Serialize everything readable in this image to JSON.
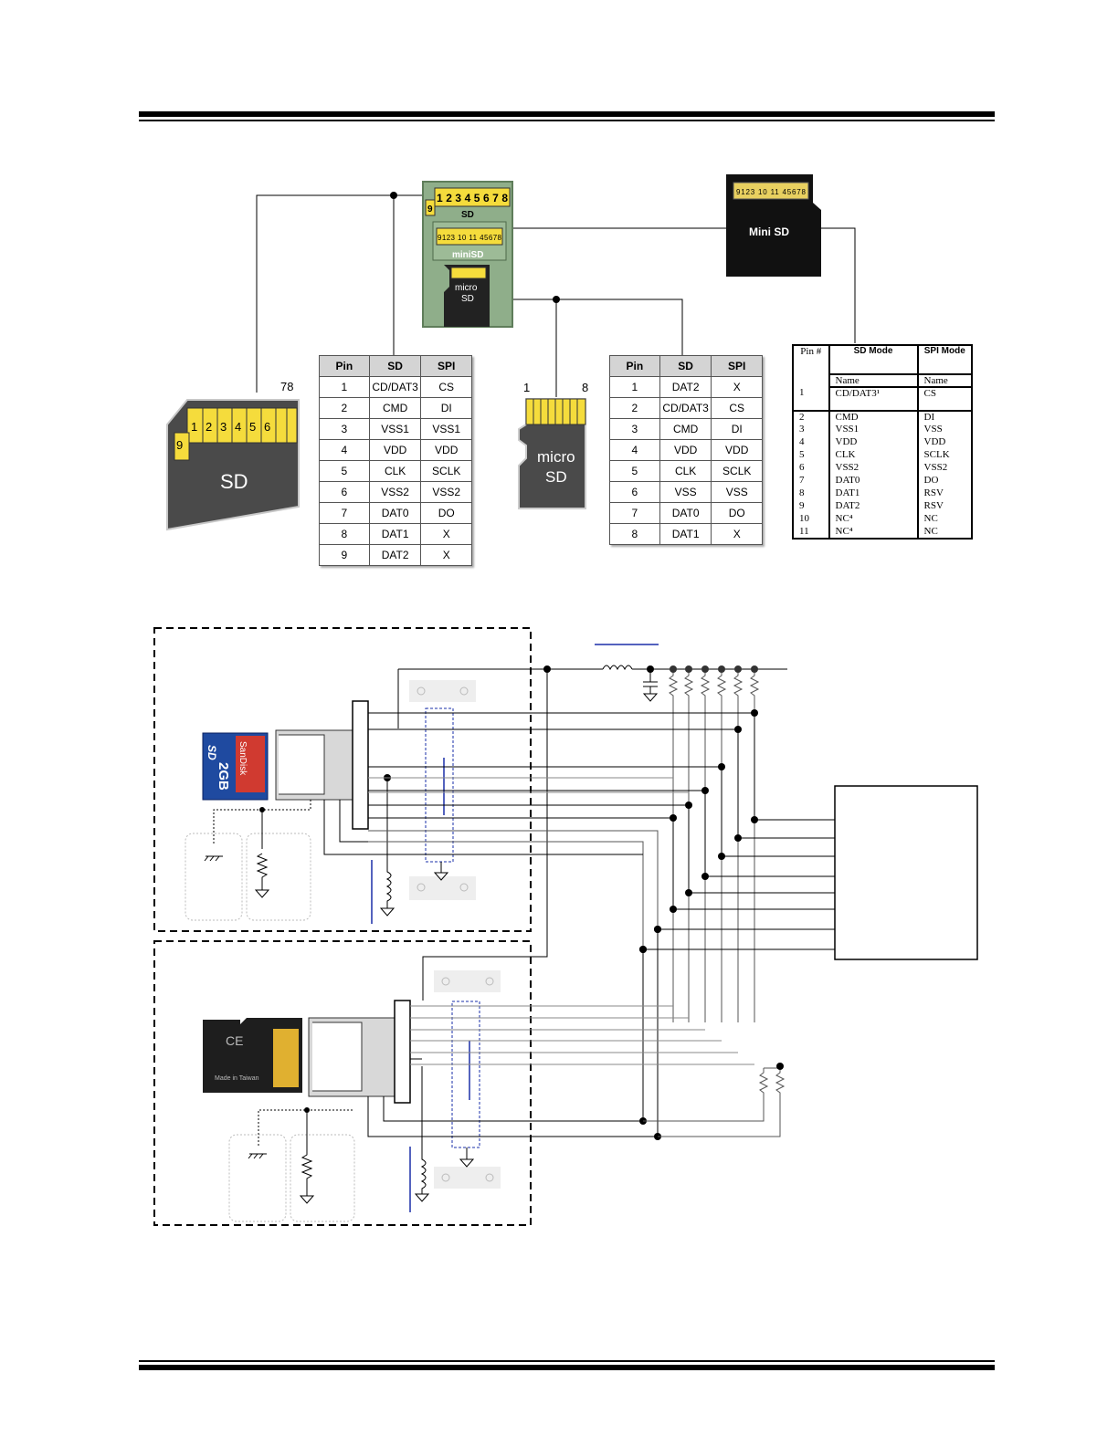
{
  "cards": {
    "adapter_sd_label": "SD",
    "adapter_minisd_label": "miniSD",
    "adapter_micro_label": "micro",
    "adapter_micro_label2": "SD",
    "minisd_card_label": "Mini SD",
    "sd_card_label": "SD",
    "sd_card_pin_top": "78",
    "sd_card_pins": [
      "1",
      "2",
      "3",
      "4",
      "5",
      "6"
    ],
    "sd_card_pin9": "9",
    "micro_card_label": "micro",
    "micro_card_label2": "SD",
    "micro_pin_left": "1",
    "micro_pin_right": "8",
    "adapter_pins_sd": "12345678",
    "adapter_pin9": "9",
    "adapter_pins_mini": "9123 10 11 45678",
    "minisd_card_pins": "9123 10 11 45678"
  },
  "sd_table": {
    "headers": [
      "Pin",
      "SD",
      "SPI"
    ],
    "rows": [
      [
        "1",
        "CD/DAT3",
        "CS"
      ],
      [
        "2",
        "CMD",
        "DI"
      ],
      [
        "3",
        "VSS1",
        "VSS1"
      ],
      [
        "4",
        "VDD",
        "VDD"
      ],
      [
        "5",
        "CLK",
        "SCLK"
      ],
      [
        "6",
        "VSS2",
        "VSS2"
      ],
      [
        "7",
        "DAT0",
        "DO"
      ],
      [
        "8",
        "DAT1",
        "X"
      ],
      [
        "9",
        "DAT2",
        "X"
      ]
    ]
  },
  "micro_table": {
    "headers": [
      "Pin",
      "SD",
      "SPI"
    ],
    "rows": [
      [
        "1",
        "DAT2",
        "X"
      ],
      [
        "2",
        "CD/DAT3",
        "CS"
      ],
      [
        "3",
        "CMD",
        "DI"
      ],
      [
        "4",
        "VDD",
        "VDD"
      ],
      [
        "5",
        "CLK",
        "SCLK"
      ],
      [
        "6",
        "VSS",
        "VSS"
      ],
      [
        "7",
        "DAT0",
        "DO"
      ],
      [
        "8",
        "DAT1",
        "X"
      ]
    ]
  },
  "mini_table": {
    "header_pin": "Pin #",
    "header_sd": "SD Mode",
    "header_spi": "SPI Mode",
    "sub_name_sd": "Name",
    "sub_name_spi": "Name",
    "rows": [
      [
        "1",
        "CD/DAT3¹",
        "CS"
      ],
      [
        "2",
        "CMD",
        "DI"
      ],
      [
        "3",
        "VSS1",
        "VSS"
      ],
      [
        "4",
        "VDD",
        "VDD"
      ],
      [
        "5",
        "CLK",
        "SCLK"
      ],
      [
        "6",
        "VSS2",
        "VSS2"
      ],
      [
        "7",
        "DAT0",
        "DO"
      ],
      [
        "8",
        "DAT1",
        "RSV"
      ],
      [
        "9",
        "DAT2",
        "RSV"
      ],
      [
        "10",
        "NC⁴",
        "NC"
      ],
      [
        "11",
        "NC⁴",
        "NC"
      ]
    ]
  },
  "photos": {
    "sd_brand": "SanDisk",
    "sd_capacity": "2GB",
    "sd_logo": "SD",
    "micro_text1": "CE",
    "micro_text2": "Made in Taiwan"
  },
  "colors": {
    "card_dark": "#4a4a4a",
    "pin_gold": "#f5dc3c",
    "adapter_green": "#8fae8a",
    "header_gray": "#d4d4d4",
    "net_blue": "#1a2fa8"
  }
}
